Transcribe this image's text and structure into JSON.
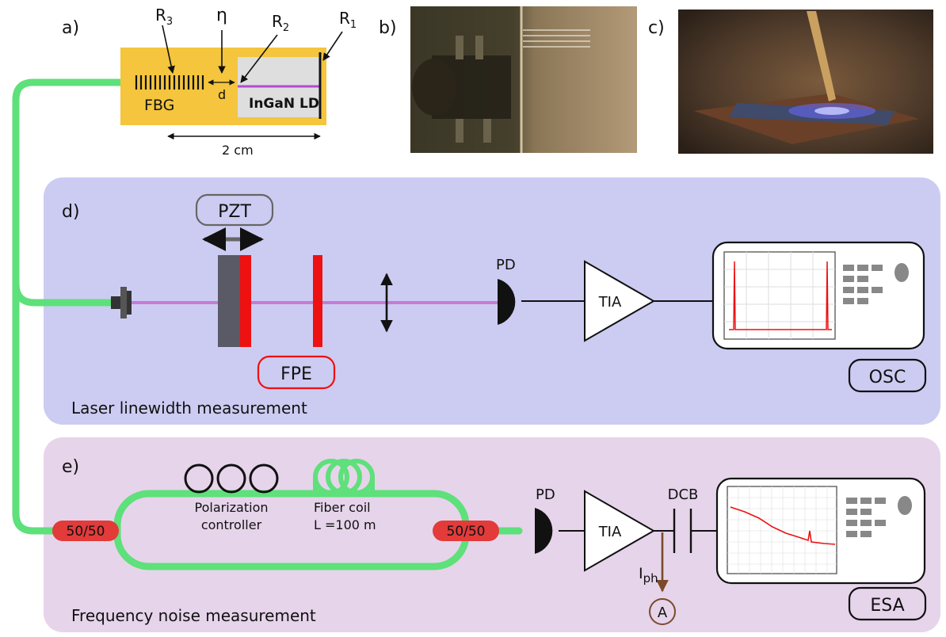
{
  "panels": {
    "a": "a)",
    "b": "b)",
    "c": "c)",
    "d": "d)",
    "e": "e)"
  },
  "chip": {
    "r3": "R",
    "r3_sub": "3",
    "eta": "η",
    "r2": "R",
    "r2_sub": "2",
    "r1": "R",
    "r1_sub": "1",
    "fbg": "FBG",
    "d": "d",
    "ld": "InGaN LD",
    "scale": "2 cm"
  },
  "linewidth": {
    "title": "Laser linewidth measurement",
    "pzt": "PZT",
    "fpe": "FPE",
    "pd": "PD",
    "tia": "TIA",
    "osc": "OSC"
  },
  "noise": {
    "title": "Frequency noise measurement",
    "coupler_left": "50/50",
    "coupler_right": "50/50",
    "pol_line1": "Polarization",
    "pol_line2": "controller",
    "coil_line1": "Fiber coil",
    "coil_line2": "L =100 m",
    "pd": "PD",
    "tia": "TIA",
    "dcb": "DCB",
    "iph": "I",
    "iph_sub": "ph",
    "ammeter": "A",
    "esa": "ESA"
  },
  "colors": {
    "fiber": "#5ee07a",
    "beam": "#c77ad6",
    "mirror": "#ee1111",
    "chip_bg": "#f4c53d",
    "panel_d_bg": "#ccccf2",
    "panel_e_bg": "#e6d4ea",
    "coupler": "#e33a3a",
    "linewidth_title": "#2233aa",
    "noise_title": "#8a4aa8",
    "current": "#7a4a2a"
  }
}
